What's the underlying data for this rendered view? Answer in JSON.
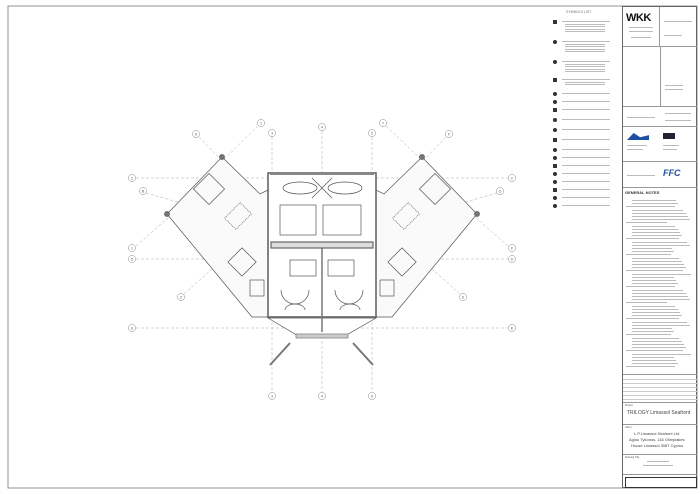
{
  "legend": {
    "title": "SYMBOLS LIST"
  },
  "title_block": {
    "architect_logo": "WKK",
    "engineer_logo": "FFC",
    "general_notes_title": "GENERAL NOTES",
    "project_label": "Project",
    "project_name": "TRILOGY Limassol Seafront",
    "client_label": "Client",
    "client_lines": [
      "L.P.Limassol Seafront Ltd",
      "Agiou Tykonos, 116 Olimpiakes",
      "House Limassol 3087 Cyprus"
    ],
    "drawing_title_label": "Drawing Title"
  },
  "grid": {
    "top": [
      "A",
      "1",
      "3",
      "4",
      "5",
      "7",
      "F"
    ],
    "side_left": [
      "C",
      "B",
      "1",
      "D",
      "2",
      "E"
    ],
    "side_right": [
      "C",
      "G",
      "F",
      "D",
      "6",
      "E"
    ],
    "bottom": [
      "3",
      "4",
      "5"
    ]
  },
  "colors": {
    "line": "#555555",
    "grid": "#aaaaaa",
    "wall": "#666666"
  }
}
